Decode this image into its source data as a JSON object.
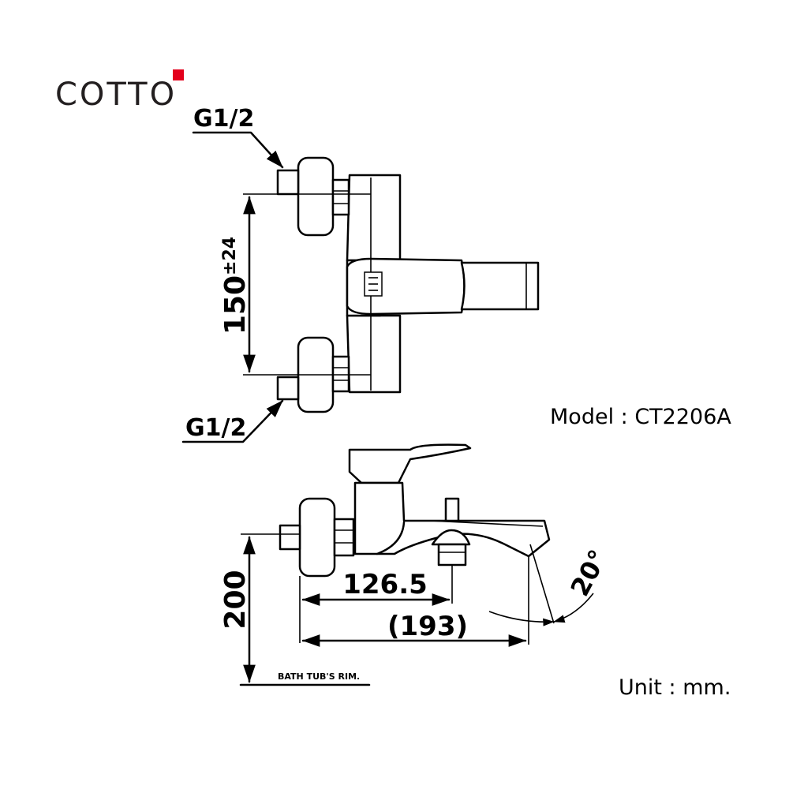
{
  "brand": {
    "name": "COTTO",
    "accent": "#e3001b"
  },
  "labels": {
    "thread_top": "G1/2",
    "thread_bottom": "G1/2",
    "spacing": "150",
    "tolerance": "±24",
    "height": "200",
    "spout_to_outlet": "126.5",
    "total_projection": "(193)",
    "angle": "20°",
    "rim": "BATH TUB'S RIM.",
    "model": "Model : CT2206A",
    "unit": "Unit : mm."
  }
}
